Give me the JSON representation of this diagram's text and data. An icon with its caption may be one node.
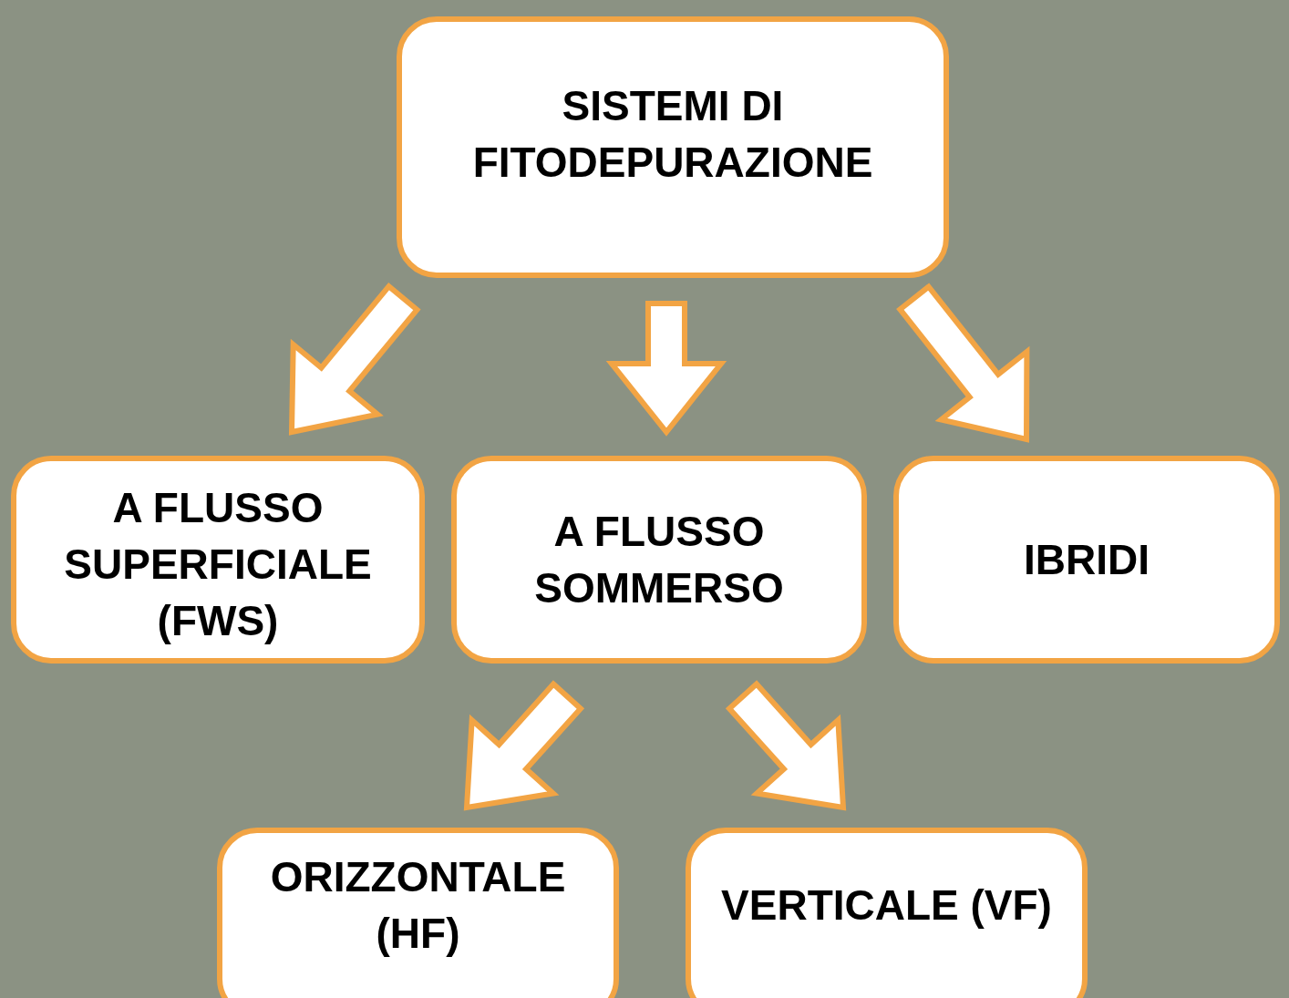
{
  "diagram": {
    "nodes": [
      {
        "text": [
          "SISTEMI DI FITODEPURAZIONE"
        ]
      },
      {
        "text": [
          "A FLUSSO SUPERFICIALE (FWS)"
        ]
      },
      {
        "text": [
          "A FLUSSO SOMMERSO"
        ]
      },
      {
        "text": [
          "IBRIDI"
        ]
      },
      {
        "text": [
          "ORIZZONTALE (HF)"
        ]
      },
      {
        "text": [
          "VERTICALE (VF)"
        ]
      }
    ],
    "edges": [
      {
        "from": 0,
        "to": 1,
        "arrow": "to"
      },
      {
        "from": 0,
        "to": 2,
        "arrow": "to"
      },
      {
        "from": 0,
        "to": 3,
        "arrow": "to"
      },
      {
        "from": 2,
        "to": 4,
        "arrow": "to"
      },
      {
        "from": 2,
        "to": 5,
        "arrow": "to"
      }
    ]
  }
}
